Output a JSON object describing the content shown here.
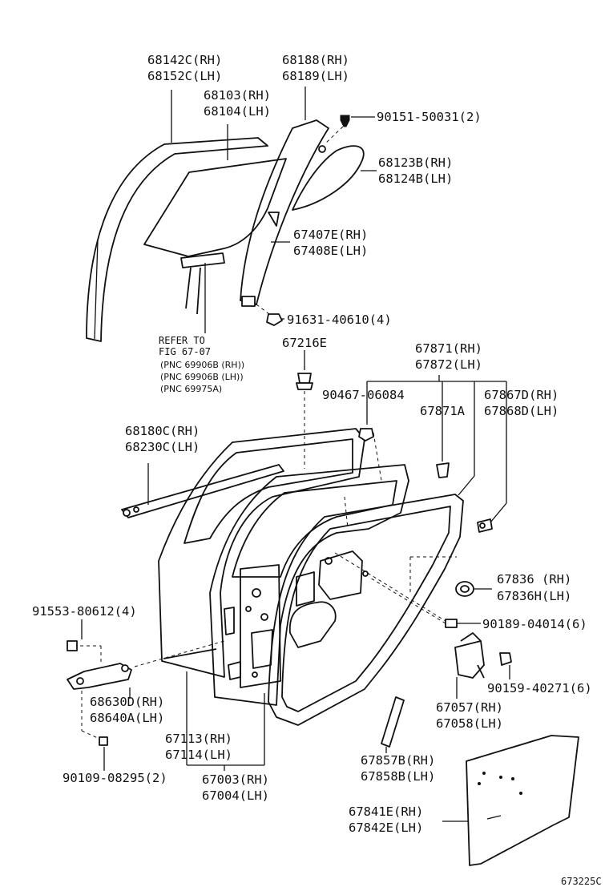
{
  "diagram_id": "673225C",
  "refer_note": {
    "line1": "REFER TO",
    "line2": "FIG 67-07",
    "pnc": [
      "(PNC  69906B (RH))",
      "(PNC  69906B (LH))",
      "(PNC  69975A)"
    ]
  },
  "labels": {
    "p68142C": "68142C(RH)",
    "p68152C": "68152C(LH)",
    "p68188": "68188(RH)",
    "p68189": "68189(LH)",
    "p68103": "68103(RH)",
    "p68104": "68104(LH)",
    "p90151": "90151-50031(2)",
    "p68123B": "68123B(RH)",
    "p68124B": "68124B(LH)",
    "p67407E": "67407E(RH)",
    "p67408E": "67408E(LH)",
    "p91631": "91631-40610(4)",
    "p67216E": "67216E",
    "p67871": "67871(RH)",
    "p67872": "67872(LH)",
    "p90467": "90467-06084",
    "p67871A": "67871A",
    "p67867D": "67867D(RH)",
    "p67868D": "67868D(LH)",
    "p68180C": "68180C(RH)",
    "p68230C": "68230C(LH)",
    "p67836": "67836 (RH)",
    "p67836H": "67836H(LH)",
    "p91553": "91553-80612(4)",
    "p90189": "90189-04014(6)",
    "p68630D": "68630D(RH)",
    "p68640A": "68640A(LH)",
    "p90159": "90159-40271(6)",
    "p67057": "67057(RH)",
    "p67058": "67058(LH)",
    "p67113": "67113(RH)",
    "p67114": "67114(LH)",
    "p67857B": "67857B(RH)",
    "p67858B": "67858B(LH)",
    "p67003": "67003(RH)",
    "p67004": "67004(LH)",
    "p90109": "90109-08295(2)",
    "p67841E": "67841E(RH)",
    "p67842E": "67842E(LH)"
  }
}
